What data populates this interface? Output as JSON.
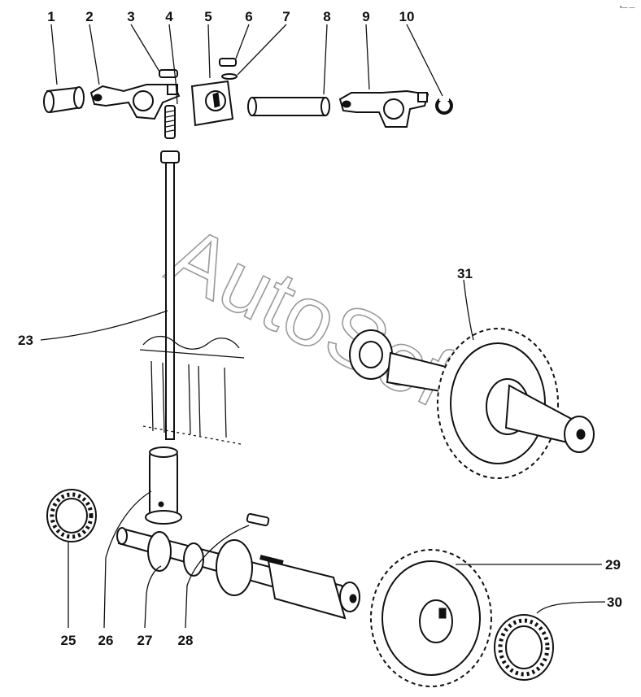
{
  "watermark": "AutoSoft",
  "corner_mark": "•— —",
  "callouts": {
    "c1": "1",
    "c2": "2",
    "c3": "3",
    "c4": "4",
    "c5": "5",
    "c6": "6",
    "c7": "7",
    "c8": "8",
    "c9": "9",
    "c10": "10",
    "c23": "23",
    "c25": "25",
    "c26": "26",
    "c27": "27",
    "c28": "28",
    "c29": "29",
    "c30": "30",
    "c31": "31"
  }
}
